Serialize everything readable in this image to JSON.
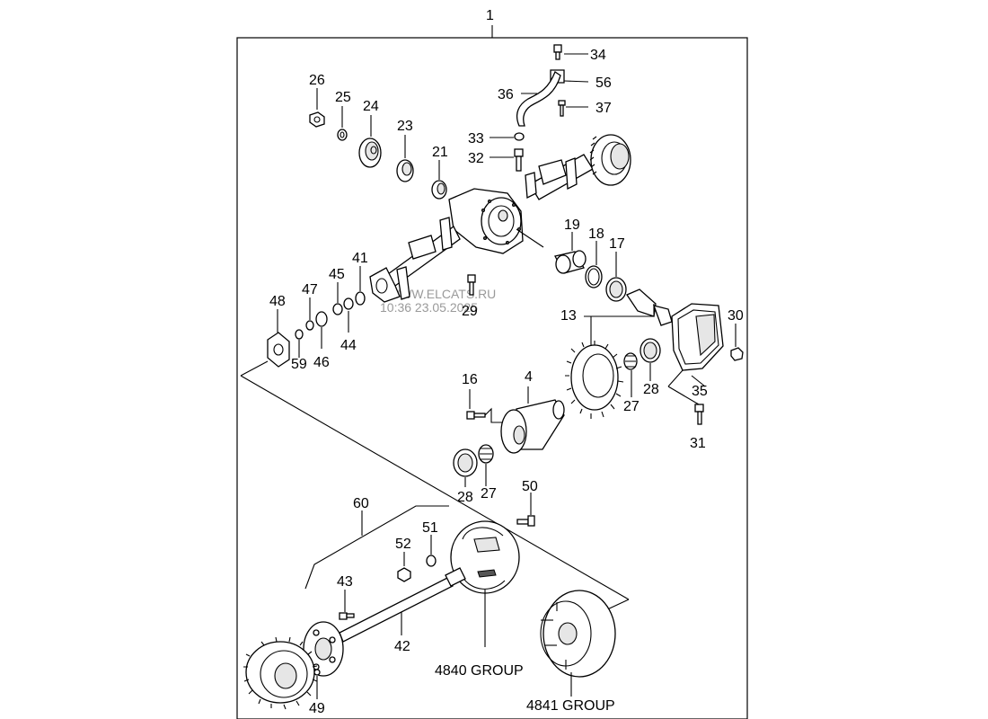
{
  "diagram": {
    "main_label": "1",
    "watermark": [
      "WWW.ELCATS.RU",
      "10:36 23.05.2025"
    ],
    "parts": [
      {
        "num": "34"
      },
      {
        "num": "56"
      },
      {
        "num": "36"
      },
      {
        "num": "37"
      },
      {
        "num": "26"
      },
      {
        "num": "25"
      },
      {
        "num": "24"
      },
      {
        "num": "23"
      },
      {
        "num": "21"
      },
      {
        "num": "33"
      },
      {
        "num": "32"
      },
      {
        "num": "19"
      },
      {
        "num": "18"
      },
      {
        "num": "17"
      },
      {
        "num": "41"
      },
      {
        "num": "47"
      },
      {
        "num": "45"
      },
      {
        "num": "48"
      },
      {
        "num": "29"
      },
      {
        "num": "13"
      },
      {
        "num": "30"
      },
      {
        "num": "59"
      },
      {
        "num": "46"
      },
      {
        "num": "44"
      },
      {
        "num": "16"
      },
      {
        "num": "4"
      },
      {
        "num": "28"
      },
      {
        "num": "27"
      },
      {
        "num": "35"
      },
      {
        "num": "31"
      },
      {
        "num": "28"
      },
      {
        "num": "27"
      },
      {
        "num": "50"
      },
      {
        "num": "60"
      },
      {
        "num": "51"
      },
      {
        "num": "52"
      },
      {
        "num": "43"
      },
      {
        "num": "42"
      },
      {
        "num": "49"
      }
    ],
    "groups": [
      "4840 GROUP",
      "4841 GROUP"
    ]
  }
}
